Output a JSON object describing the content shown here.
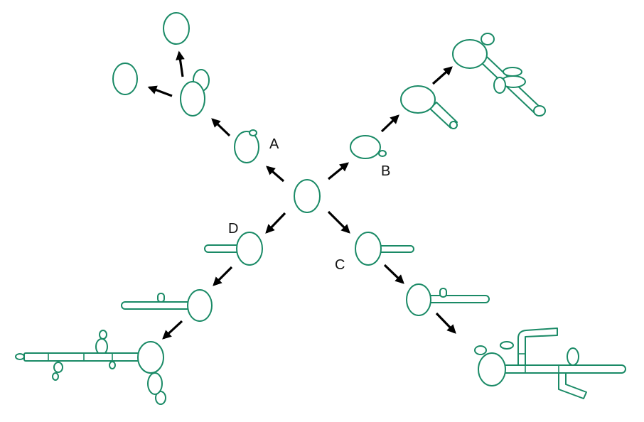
{
  "labels": {
    "a": "A",
    "b": "B",
    "c": "C",
    "d": "D"
  },
  "colors": {
    "cell_outline": "#1a8a66",
    "arrow": "#000000",
    "background": "#ffffff"
  }
}
